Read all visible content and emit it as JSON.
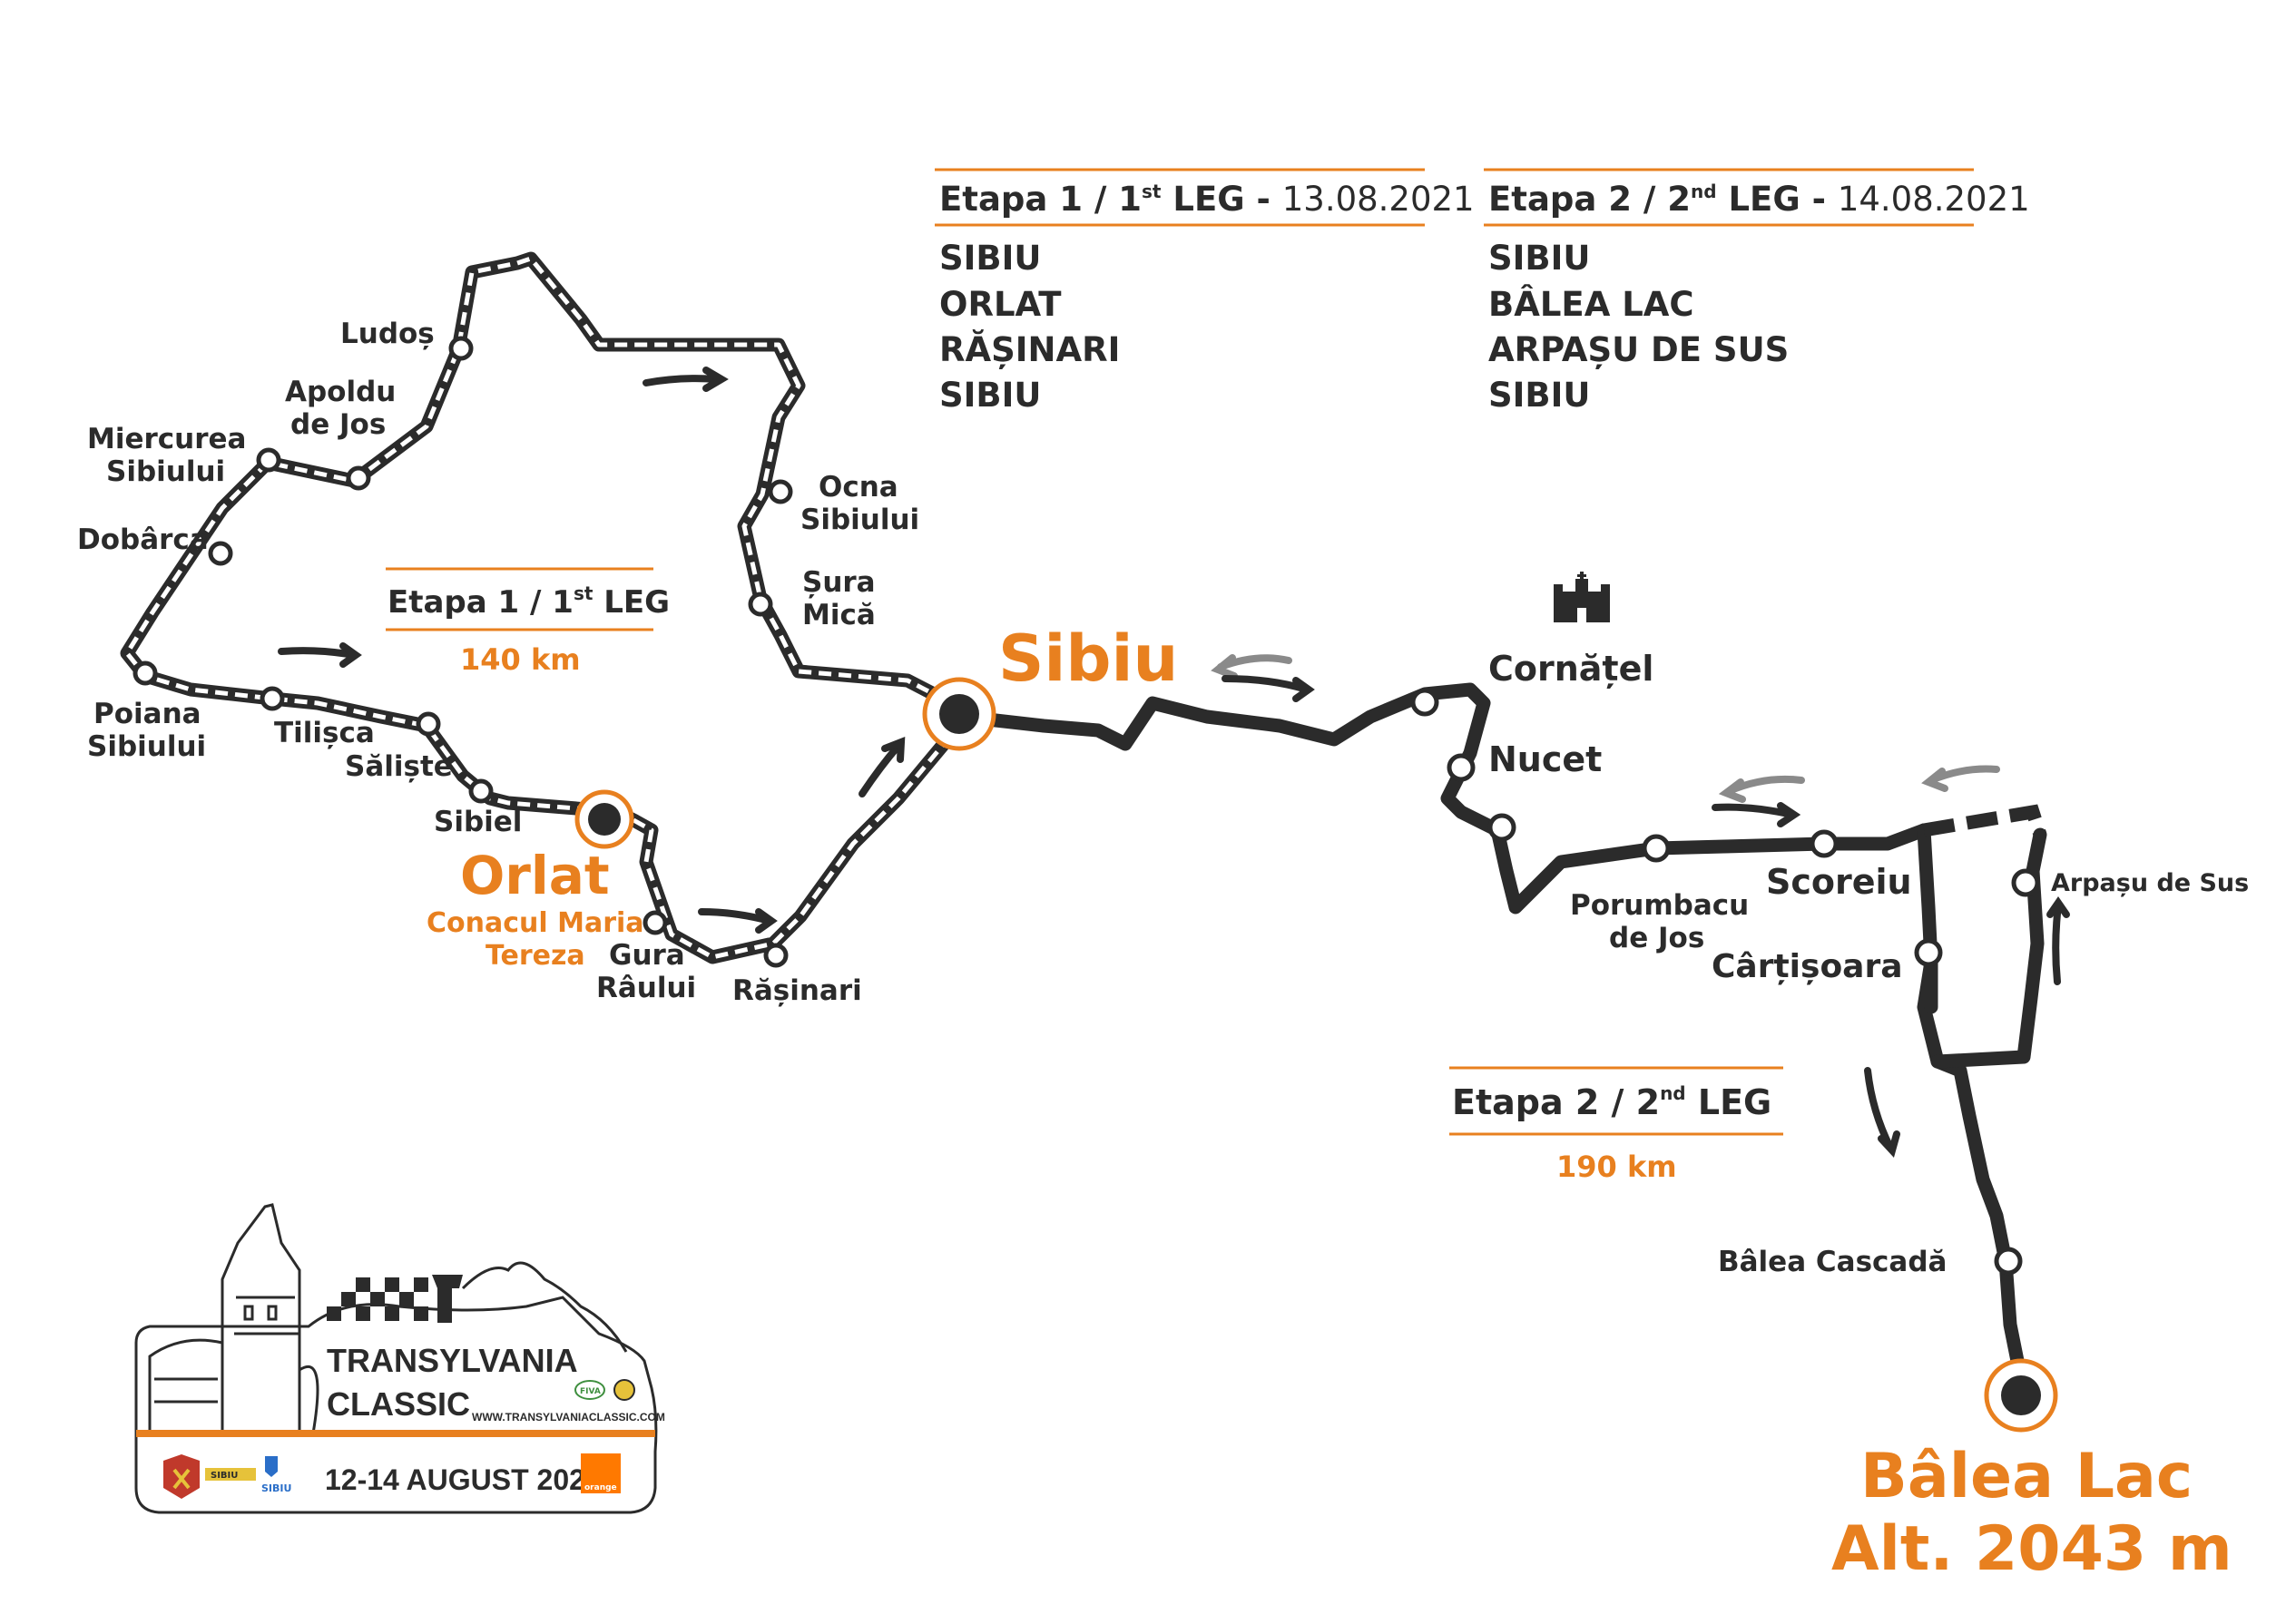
{
  "legs": {
    "leg1_header": {
      "prefix": "Etapa 1 / 1",
      "sup": "st",
      "suffix": " LEG - ",
      "date": "13.08.2021"
    },
    "leg1_stops": [
      "SIBIU",
      "ORLAT",
      "RĂȘINARI",
      "SIBIU"
    ],
    "leg2_header": {
      "prefix": "Etapa 2 / 2",
      "sup": "nd",
      "suffix": " LEG - ",
      "date": "14.08.2021"
    },
    "leg2_stops": [
      "SIBIU",
      "BÂLEA LAC",
      "ARPAȘU DE SUS",
      "SIBIU"
    ]
  },
  "leg1_box": {
    "prefix": "Etapa 1 / 1",
    "sup": "st",
    "suffix": " LEG",
    "distance": "140 km"
  },
  "leg2_box": {
    "prefix": "Etapa 2 / 2",
    "sup": "nd",
    "suffix": " LEG",
    "distance": "190 km"
  },
  "places": {
    "ludos": "Ludoș",
    "apoldu_1": "Apoldu",
    "apoldu_2": "de Jos",
    "miercurea_1": "Miercurea",
    "miercurea_2": "Sibiului",
    "dobarca": "Dobârca",
    "poiana_1": "Poiana",
    "poiana_2": "Sibiului",
    "tilisca": "Tilișca",
    "saliste": "Săliște",
    "sibiel": "Sibiel",
    "ocna_1": "Ocna",
    "ocna_2": "Sibiului",
    "sura_1": "Șura",
    "sura_2": "Mică",
    "sibiu": "Sibiu",
    "orlat": "Orlat",
    "orlat_sub_1": "Conacul Maria",
    "orlat_sub_2": "Tereza",
    "gura_1": "Gura",
    "gura_2": "Râului",
    "rasinari": "Rășinari",
    "cornatel": "Cornățel",
    "nucet": "Nucet",
    "porumbacu_1": "Porumbacu",
    "porumbacu_2": "de Jos",
    "scoreiu": "Scoreiu",
    "cartisoara": "Cârțișoara",
    "arpasu": "Arpașu de Sus",
    "balea_cascada": "Bâlea Cascadă",
    "balea_lac": "Bâlea Lac",
    "altitude": "Alt. 2043 m"
  },
  "logo": {
    "title_1": "TRANSYLVANIA",
    "title_2": "CLASSIC",
    "website": "WWW.TRANSYLVANIACLASSIC.COM",
    "dates": "12-14 AUGUST 2021",
    "sponsor": "orange",
    "sibiu_badge": "SIBIU",
    "council_badge": "SIBIU",
    "fiva_badge": "FIVA"
  },
  "colors": {
    "accent": "#e8801f",
    "ink": "#2b2b2b",
    "arrow_grey": "#8a8a8a"
  },
  "icons": [
    "church-icon",
    "arrow-icon",
    "castle-tower-logo",
    "checkered-flag-logo"
  ]
}
